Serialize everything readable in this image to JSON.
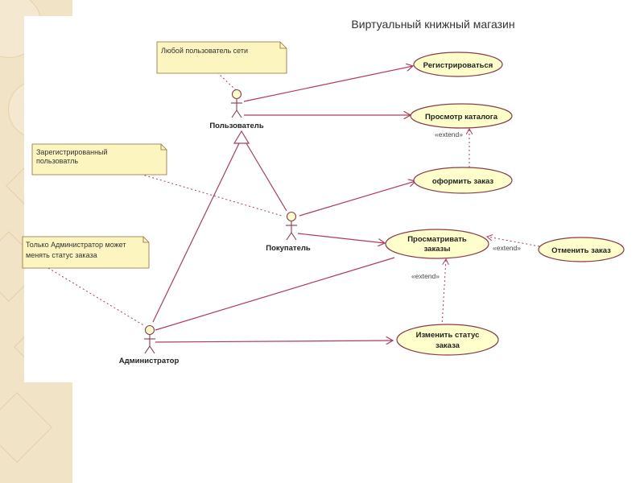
{
  "title": "Виртуальный книжный магазин",
  "colors": {
    "line": "#b03a5e",
    "ellipse_fill": "#ffffcc",
    "note_fill": "#fdf5c0",
    "left_band": "#f1e3c6"
  },
  "actors": {
    "user": "Пользователь",
    "buyer": "Покупатель",
    "admin": "Администратор"
  },
  "use_cases": {
    "register": "Регистрироваться",
    "view_catalog": "Просмотр каталога",
    "place_order": "оформить заказ",
    "view_orders_l1": "Просматривать",
    "view_orders_l2": "заказы",
    "cancel_order": "Отменить заказ",
    "change_status_l1": "Изменить статус",
    "change_status_l2": "заказа"
  },
  "notes": {
    "any_user": "Любой пользователь сети",
    "registered_l1": "Зарегистрированный",
    "registered_l2": "пользоватль",
    "admin_only_l1": "Только Администратор может",
    "admin_only_l2": "менять статус заказа"
  },
  "stereotypes": {
    "extend": "«extend»"
  }
}
